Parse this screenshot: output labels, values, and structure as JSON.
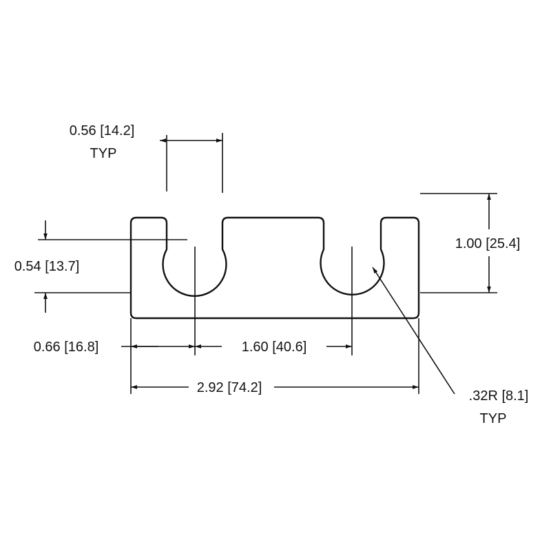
{
  "drawing": {
    "line_color": "#111111",
    "background": "#ffffff",
    "dimensions": {
      "slot_width": {
        "value": "0.56 [14.2]",
        "note": "TYP"
      },
      "slot_depth": {
        "value": "0.54 [13.7]"
      },
      "edge_to_center": {
        "value": "0.66 [16.8]"
      },
      "center_spacing": {
        "value": "1.60 [40.6]"
      },
      "overall_width": {
        "value": "2.92 [74.2]"
      },
      "overall_height": {
        "value": "1.00 [25.4]"
      },
      "radius": {
        "value": ".32R [8.1]",
        "note": "TYP"
      }
    }
  }
}
